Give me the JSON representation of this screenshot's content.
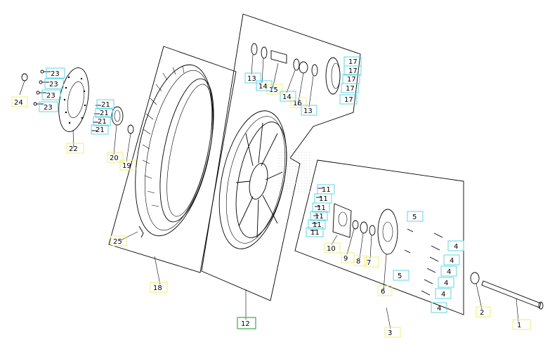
{
  "colors": {
    "callout_yellow": "#f2ec7a",
    "callout_cyan": "#5fd6e6",
    "callout_green": "#55b85a"
  },
  "callouts": {
    "p1": "1",
    "p2": "2",
    "p3": "3",
    "p4a": "4",
    "p4b": "4",
    "p4c": "4",
    "p4d": "4",
    "p4e": "4",
    "p4f": "4",
    "p5a": "5",
    "p5b": "5",
    "p6": "6",
    "p7": "7",
    "p8": "8",
    "p9": "9",
    "p10": "10",
    "p11a": "11",
    "p11b": "11",
    "p11c": "11",
    "p11d": "11",
    "p11e": "11",
    "p11f": "11",
    "p12": "12",
    "p13a": "13",
    "p13b": "13",
    "p14a": "14",
    "p14b": "14",
    "p15": "15",
    "p16": "16",
    "p17a": "17",
    "p17b": "17",
    "p17c": "17",
    "p17d": "17",
    "p17e": "17",
    "p18": "18",
    "p19": "19",
    "p20": "20",
    "p21a": "21",
    "p21b": "21",
    "p21c": "21",
    "p21d": "21",
    "p22": "22",
    "p23a": "23",
    "p23b": "23",
    "p23c": "23",
    "p23d": "23",
    "p24": "24",
    "p25": "25"
  }
}
